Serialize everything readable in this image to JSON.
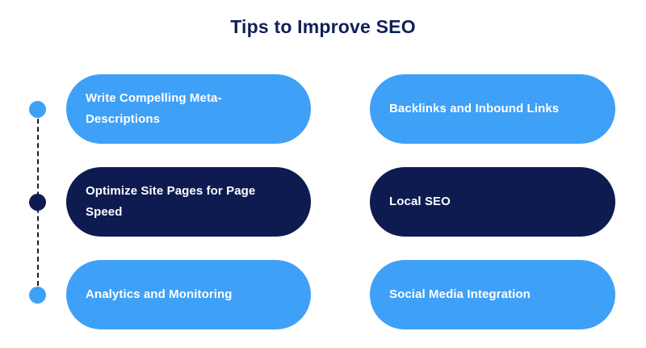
{
  "header": {
    "title": "Tips to Improve SEO"
  },
  "colors": {
    "background": "#ffffff",
    "title_text": "#10205c",
    "accent_blue": "#3fa0f7",
    "accent_navy": "#0d1b51",
    "dash_line": "#1b1b22",
    "pill_text": "#ffffff"
  },
  "columns": [
    {
      "name": "left",
      "items": [
        {
          "label": "Write Compelling Meta-Descriptions",
          "style": "blue"
        },
        {
          "label": "Optimize Site Pages for Page Speed",
          "style": "navy"
        },
        {
          "label": "Analytics and Monitoring",
          "style": "blue"
        }
      ]
    },
    {
      "name": "right",
      "items": [
        {
          "label": "Backlinks and Inbound Links",
          "style": "blue"
        },
        {
          "label": "Local SEO",
          "style": "navy"
        },
        {
          "label": "Social Media Integration",
          "style": "blue"
        }
      ]
    }
  ]
}
